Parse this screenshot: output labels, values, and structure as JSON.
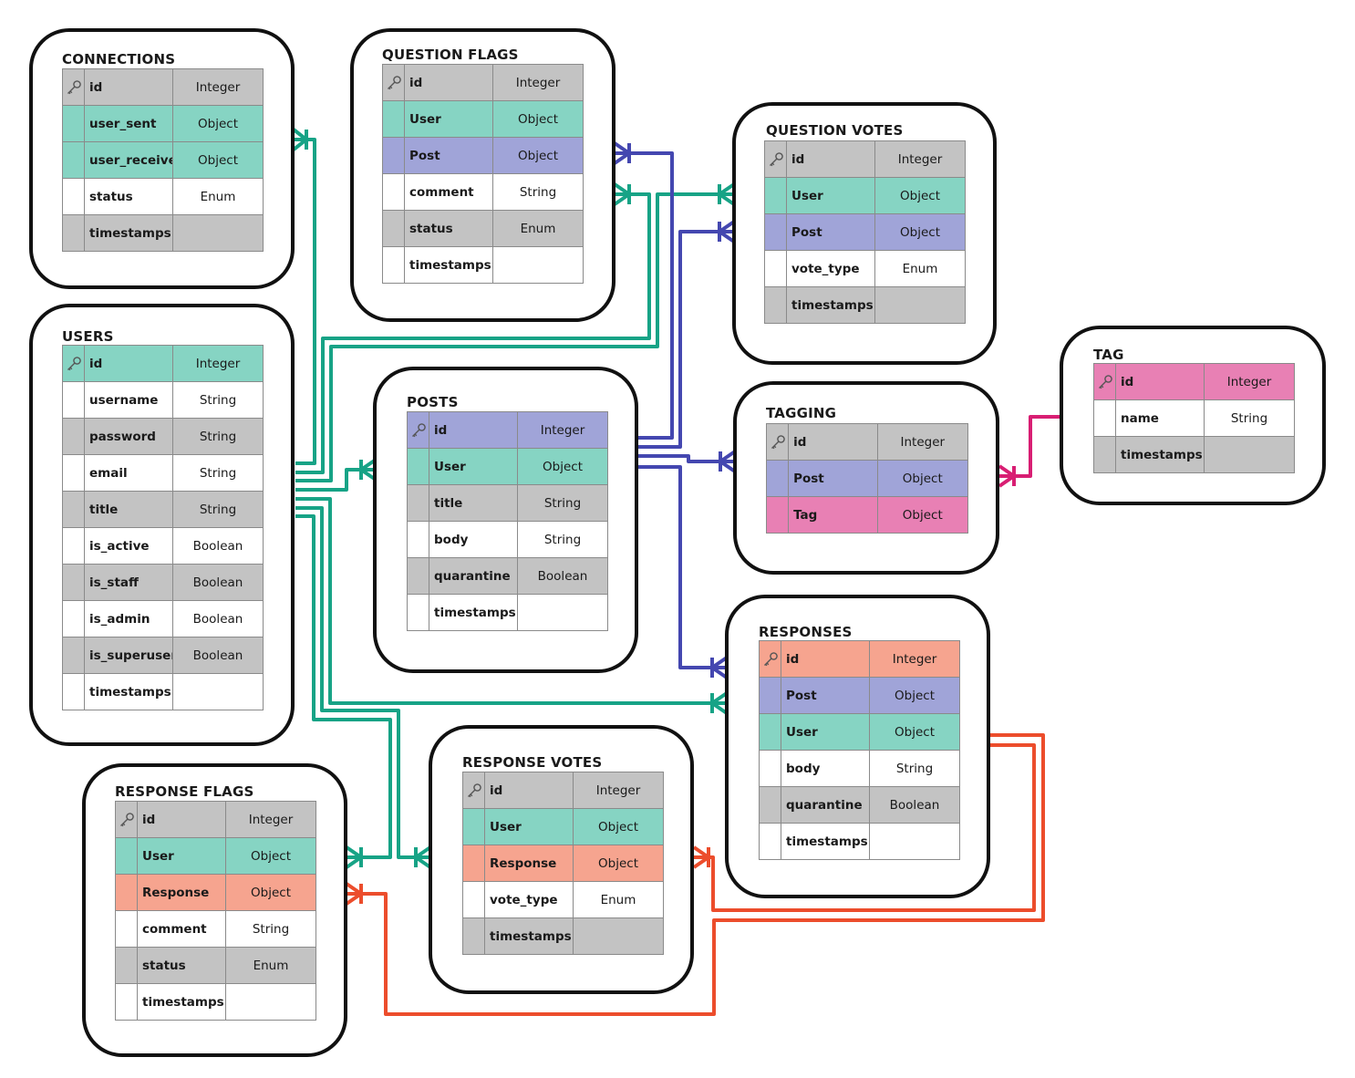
{
  "colors": {
    "gray": "#c3c3c3",
    "white": "#ffffff",
    "user": "#86d4c3",
    "post": "#a0a4d8",
    "tag": "#e880b4",
    "response": "#f6a48f",
    "link_user": "#17a386",
    "link_post": "#4447b0",
    "link_tag": "#d81e73",
    "link_response": "#ec4d2c"
  },
  "entities": [
    {
      "name": "CONNECTIONS",
      "fields": [
        {
          "name": "id",
          "type": "Integer",
          "fill": "gray",
          "pk": true,
          "key_icon": "key-icon"
        },
        {
          "name": "user_sent",
          "type": "Object",
          "fill": "user"
        },
        {
          "name": "user_received",
          "type": "Object",
          "fill": "user"
        },
        {
          "name": "status",
          "type": "Enum",
          "fill": "white"
        },
        {
          "name": "timestamps",
          "type": "",
          "fill": "gray"
        }
      ]
    },
    {
      "name": "QUESTION FLAGS",
      "fields": [
        {
          "name": "id",
          "type": "Integer",
          "fill": "gray",
          "pk": true,
          "key_icon": "key-icon"
        },
        {
          "name": "User",
          "type": "Object",
          "fill": "user"
        },
        {
          "name": "Post",
          "type": "Object",
          "fill": "post"
        },
        {
          "name": "comment",
          "type": "String",
          "fill": "white"
        },
        {
          "name": "status",
          "type": "Enum",
          "fill": "gray"
        },
        {
          "name": "timestamps",
          "type": "",
          "fill": "white"
        }
      ]
    },
    {
      "name": "QUESTION VOTES",
      "fields": [
        {
          "name": "id",
          "type": "Integer",
          "fill": "gray",
          "pk": true,
          "key_icon": "key-icon"
        },
        {
          "name": "User",
          "type": "Object",
          "fill": "user"
        },
        {
          "name": "Post",
          "type": "Object",
          "fill": "post"
        },
        {
          "name": "vote_type",
          "type": "Enum",
          "fill": "white"
        },
        {
          "name": "timestamps",
          "type": "",
          "fill": "gray"
        }
      ]
    },
    {
      "name": "USERS",
      "fields": [
        {
          "name": "id",
          "type": "Integer",
          "fill": "user",
          "pk": true,
          "key_icon": "key-icon"
        },
        {
          "name": "username",
          "type": "String",
          "fill": "white"
        },
        {
          "name": "password",
          "type": "String",
          "fill": "gray"
        },
        {
          "name": "email",
          "type": "String",
          "fill": "white"
        },
        {
          "name": "title",
          "type": "String",
          "fill": "gray"
        },
        {
          "name": "is_active",
          "type": "Boolean",
          "fill": "white"
        },
        {
          "name": "is_staff",
          "type": "Boolean",
          "fill": "gray"
        },
        {
          "name": "is_admin",
          "type": "Boolean",
          "fill": "white"
        },
        {
          "name": "is_superuser",
          "type": "Boolean",
          "fill": "gray"
        },
        {
          "name": "timestamps",
          "type": "",
          "fill": "white"
        }
      ]
    },
    {
      "name": "POSTS",
      "fields": [
        {
          "name": "id",
          "type": "Integer",
          "fill": "post",
          "pk": true,
          "key_icon": "key-icon"
        },
        {
          "name": "User",
          "type": "Object",
          "fill": "user"
        },
        {
          "name": "title",
          "type": "String",
          "fill": "gray"
        },
        {
          "name": "body",
          "type": "String",
          "fill": "white"
        },
        {
          "name": "quarantine",
          "type": "Boolean",
          "fill": "gray"
        },
        {
          "name": "timestamps",
          "type": "",
          "fill": "white"
        }
      ]
    },
    {
      "name": "TAG",
      "fields": [
        {
          "name": "id",
          "type": "Integer",
          "fill": "tag",
          "pk": true,
          "key_icon": "key-icon"
        },
        {
          "name": "name",
          "type": "String",
          "fill": "white"
        },
        {
          "name": "timestamps",
          "type": "",
          "fill": "gray"
        }
      ]
    },
    {
      "name": "TAGGING",
      "fields": [
        {
          "name": "id",
          "type": "Integer",
          "fill": "gray",
          "pk": true,
          "key_icon": "key-icon"
        },
        {
          "name": "Post",
          "type": "Object",
          "fill": "post"
        },
        {
          "name": "Tag",
          "type": "Object",
          "fill": "tag"
        }
      ]
    },
    {
      "name": "RESPONSES",
      "fields": [
        {
          "name": "id",
          "type": "Integer",
          "fill": "response",
          "pk": true,
          "key_icon": "key-icon"
        },
        {
          "name": "Post",
          "type": "Object",
          "fill": "post"
        },
        {
          "name": "User",
          "type": "Object",
          "fill": "user"
        },
        {
          "name": "body",
          "type": "String",
          "fill": "white"
        },
        {
          "name": "quarantine",
          "type": "Boolean",
          "fill": "gray"
        },
        {
          "name": "timestamps",
          "type": "",
          "fill": "white"
        }
      ]
    },
    {
      "name": "RESPONSE VOTES",
      "fields": [
        {
          "name": "id",
          "type": "Integer",
          "fill": "gray",
          "pk": true,
          "key_icon": "key-icon"
        },
        {
          "name": "User",
          "type": "Object",
          "fill": "user"
        },
        {
          "name": "Response",
          "type": "Object",
          "fill": "response"
        },
        {
          "name": "vote_type",
          "type": "Enum",
          "fill": "white"
        },
        {
          "name": "timestamps",
          "type": "",
          "fill": "gray"
        }
      ]
    },
    {
      "name": "RESPONSE FLAGS",
      "fields": [
        {
          "name": "id",
          "type": "Integer",
          "fill": "gray",
          "pk": true,
          "key_icon": "key-icon"
        },
        {
          "name": "User",
          "type": "Object",
          "fill": "user"
        },
        {
          "name": "Response",
          "type": "Object",
          "fill": "response"
        },
        {
          "name": "comment",
          "type": "String",
          "fill": "white"
        },
        {
          "name": "status",
          "type": "Enum",
          "fill": "gray"
        },
        {
          "name": "timestamps",
          "type": "",
          "fill": "white"
        }
      ]
    }
  ],
  "relationships": [
    {
      "from": "USERS",
      "to": "CONNECTIONS",
      "color": "link_user",
      "end": "crow-foot"
    },
    {
      "from": "USERS",
      "to": "QUESTION FLAGS",
      "color": "link_user",
      "end": "crow-foot"
    },
    {
      "from": "USERS",
      "to": "QUESTION VOTES",
      "color": "link_user",
      "end": "crow-foot"
    },
    {
      "from": "USERS",
      "to": "POSTS",
      "color": "link_user",
      "end": "crow-foot"
    },
    {
      "from": "USERS",
      "to": "RESPONSES",
      "color": "link_user",
      "end": "crow-foot"
    },
    {
      "from": "USERS",
      "to": "RESPONSE FLAGS",
      "color": "link_user",
      "end": "crow-foot"
    },
    {
      "from": "USERS",
      "to": "RESPONSE VOTES",
      "color": "link_user",
      "end": "crow-foot"
    },
    {
      "from": "POSTS",
      "to": "QUESTION FLAGS",
      "color": "link_post",
      "end": "crow-foot"
    },
    {
      "from": "POSTS",
      "to": "QUESTION VOTES",
      "color": "link_post",
      "end": "crow-foot"
    },
    {
      "from": "POSTS",
      "to": "TAGGING",
      "color": "link_post",
      "end": "crow-foot"
    },
    {
      "from": "POSTS",
      "to": "RESPONSES",
      "color": "link_post",
      "end": "crow-foot"
    },
    {
      "from": "TAG",
      "to": "TAGGING",
      "color": "link_tag",
      "end": "crow-foot"
    },
    {
      "from": "RESPONSES",
      "to": "RESPONSE VOTES",
      "color": "link_response",
      "end": "crow-foot"
    },
    {
      "from": "RESPONSES",
      "to": "RESPONSE FLAGS",
      "color": "link_response",
      "end": "crow-foot"
    }
  ]
}
